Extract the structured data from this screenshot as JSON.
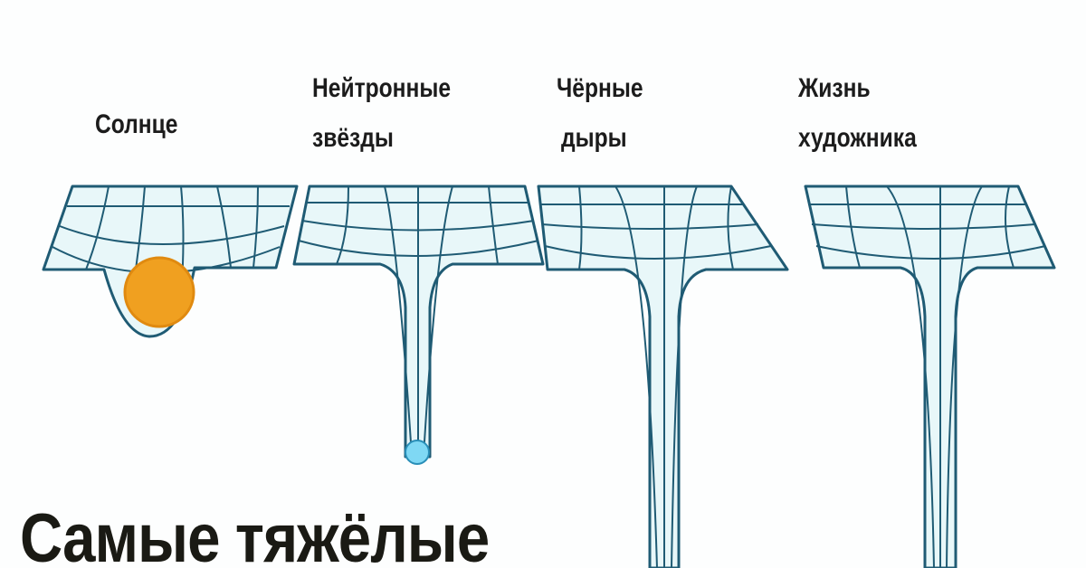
{
  "labels": {
    "sun": "Солнце",
    "neutron_1": "Нейтронные",
    "neutron_2": "звёзды",
    "blackhole_1": "Чёрные",
    "blackhole_2": "дыры",
    "artist_1": "Жизнь",
    "artist_2": "художника"
  },
  "title": "Самые тяжёлые",
  "colors": {
    "grid": "#1f5b74",
    "fill": "#e6f6f8",
    "sun": "#f0a020",
    "neutron": "#6fd0f0"
  }
}
